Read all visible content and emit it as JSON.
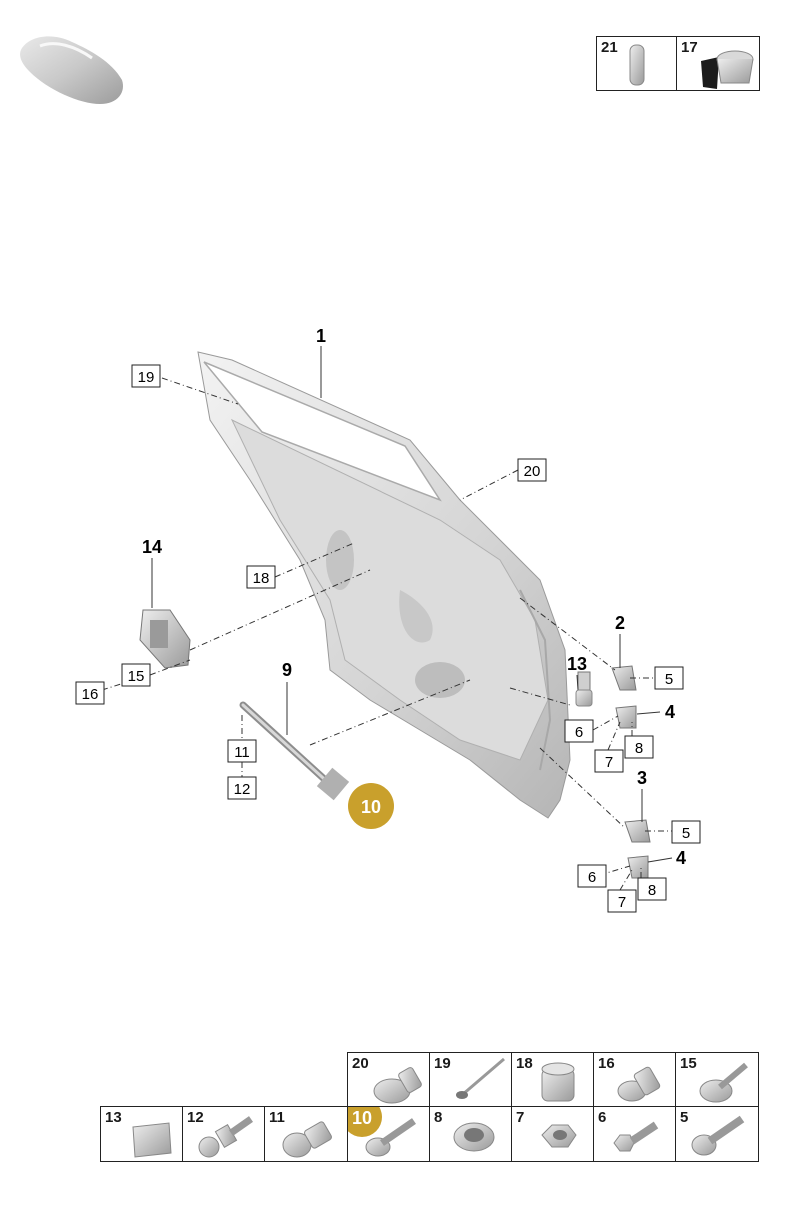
{
  "parts_top": [
    {
      "number": "21",
      "icon": "cylinder-pin-icon"
    },
    {
      "number": "17",
      "icon": "grommet-tape-icon"
    }
  ],
  "callouts": {
    "c1": "1",
    "c2": "2",
    "c3": "3",
    "c4a": "4",
    "c4b": "4",
    "c5a": "5",
    "c5b": "5",
    "c6a": "6",
    "c6b": "6",
    "c7a": "7",
    "c7b": "7",
    "c8a": "8",
    "c8b": "8",
    "c9": "9",
    "c10": "10",
    "c11": "11",
    "c12": "12",
    "c13": "13",
    "c14": "14",
    "c15": "15",
    "c16": "16",
    "c18": "18",
    "c19": "19",
    "c20": "20"
  },
  "highlight_color": "#c9a02c",
  "parts_bottom_row1": [
    {
      "number": "20",
      "icon": "flange-bolt-icon"
    },
    {
      "number": "19",
      "icon": "long-screw-icon"
    },
    {
      "number": "18",
      "icon": "threaded-insert-icon"
    },
    {
      "number": "16",
      "icon": "stud-bolt-icon"
    },
    {
      "number": "15",
      "icon": "washer-screw-icon"
    }
  ],
  "parts_bottom_row2": [
    {
      "number": "13",
      "icon": "cover-pad-icon"
    },
    {
      "number": "12",
      "icon": "ball-stud-icon"
    },
    {
      "number": "11",
      "icon": "flange-bolt-icon"
    },
    {
      "number": "10",
      "icon": "washer-screw-icon",
      "highlighted": true
    },
    {
      "number": "8",
      "icon": "bushing-nut-icon"
    },
    {
      "number": "7",
      "icon": "hex-nut-icon"
    },
    {
      "number": "6",
      "icon": "hex-bolt-icon"
    },
    {
      "number": "5",
      "icon": "torx-bolt-icon"
    }
  ]
}
